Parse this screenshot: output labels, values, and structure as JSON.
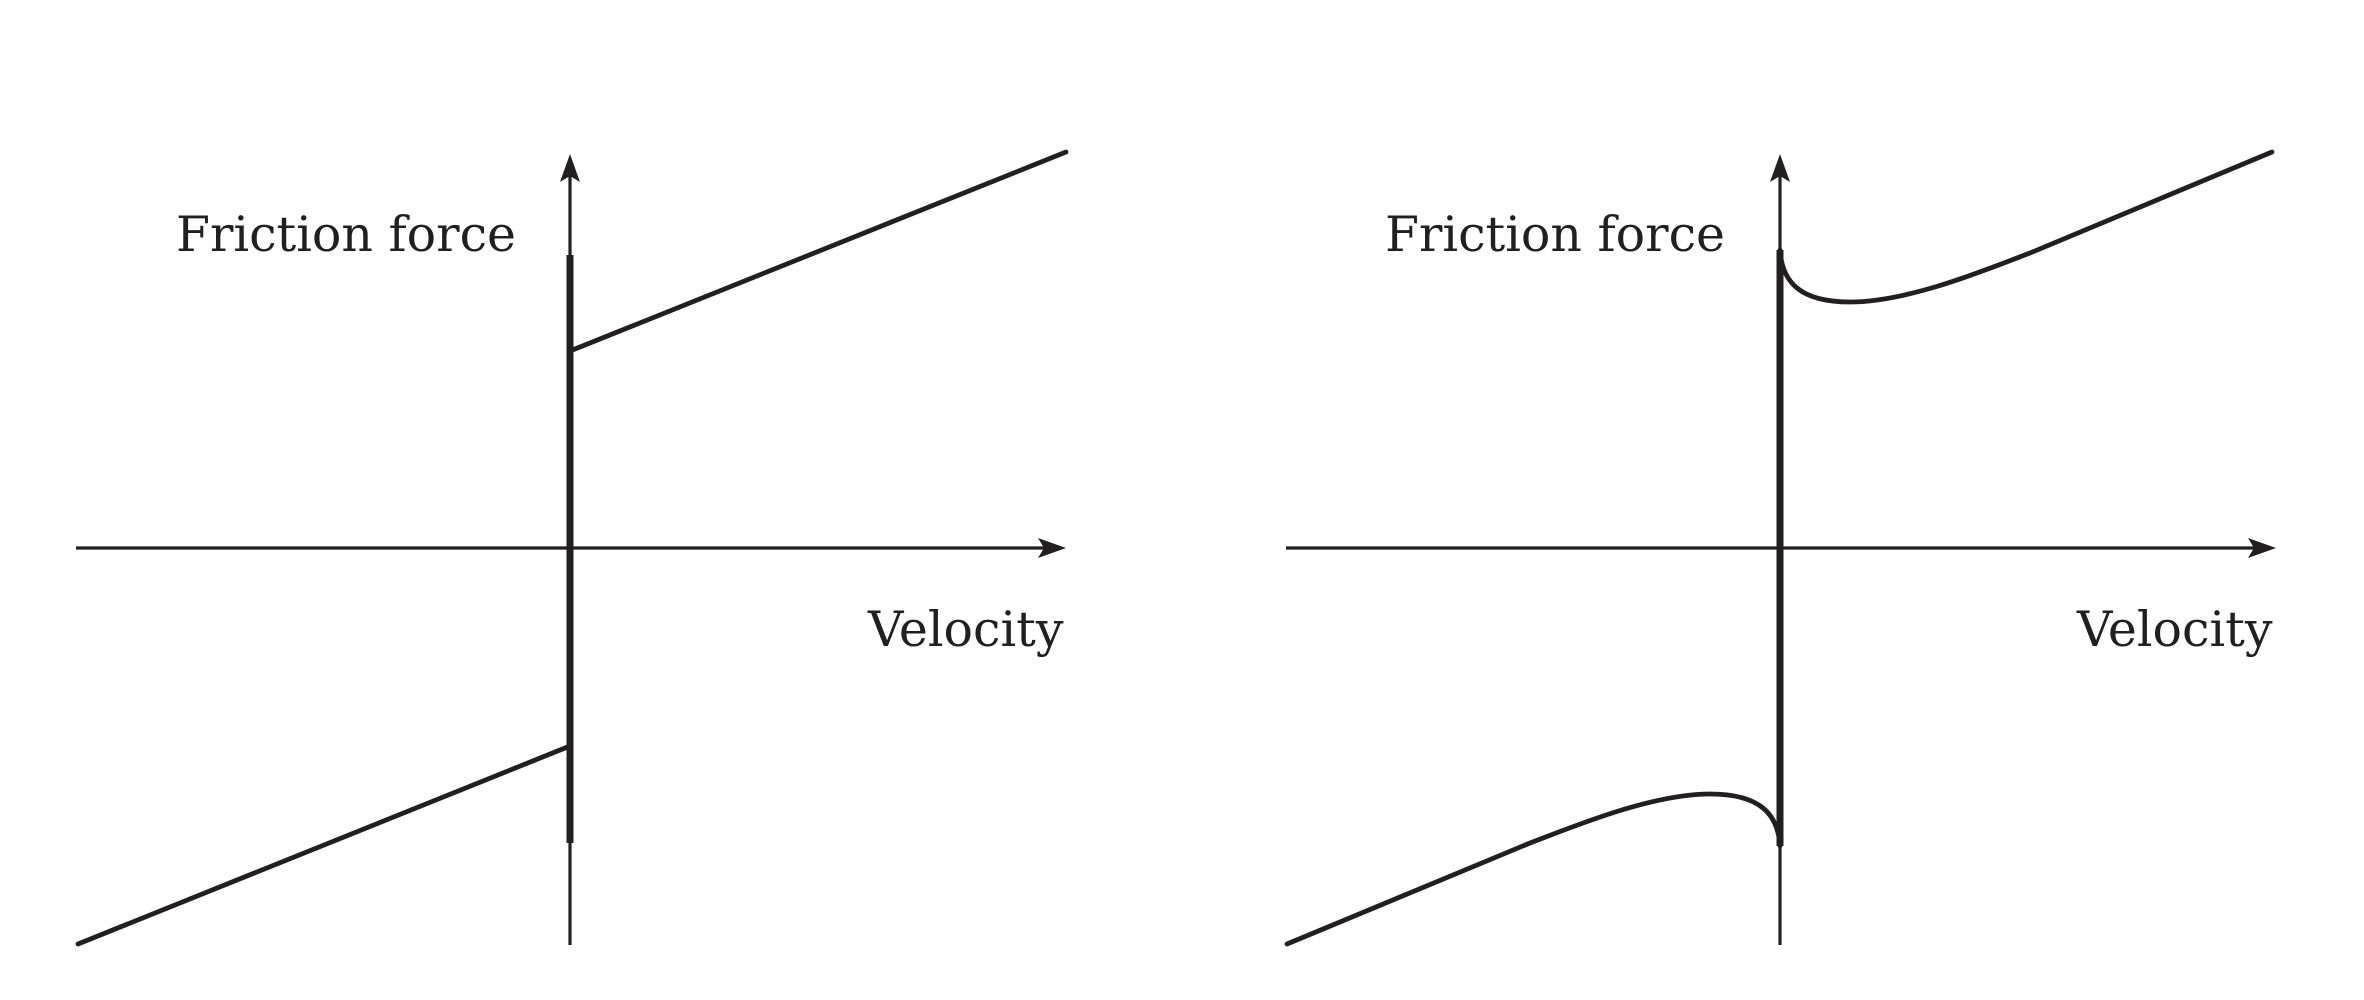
{
  "panels": [
    {
      "id": "left",
      "model": "coulomb-plus-viscous",
      "ylabel": "Friction force",
      "xlabel": "Velocity"
    },
    {
      "id": "right",
      "model": "stribeck",
      "ylabel": "Friction force",
      "xlabel": "Velocity"
    }
  ],
  "colors": {
    "ink": "#231f20",
    "background": "#ffffff"
  }
}
